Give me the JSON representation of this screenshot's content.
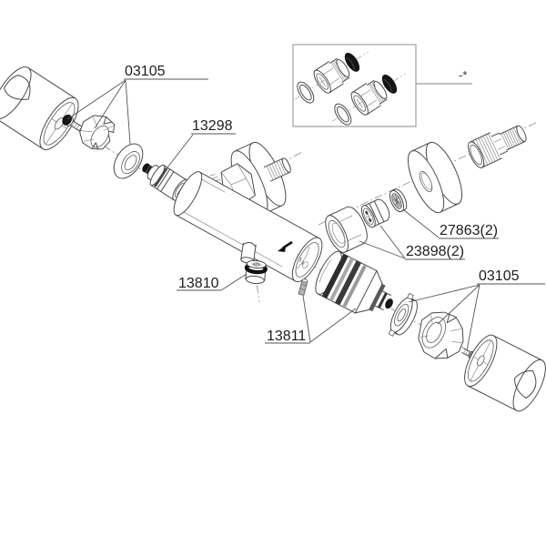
{
  "diagram": {
    "callouts": {
      "handle_kit_left": "03105",
      "flow_cartridge": "13298",
      "filter_washer": "27863(2)",
      "check_valve": "23898(2)",
      "outlet_plug": "13810",
      "retainer_pin": "13811",
      "handle_kit_right": "03105",
      "inset_marker": "-*"
    },
    "colors": {
      "background": "#ffffff",
      "line": "#4a4a4a",
      "text": "#1d1d1d",
      "accent_black": "#161616"
    }
  }
}
